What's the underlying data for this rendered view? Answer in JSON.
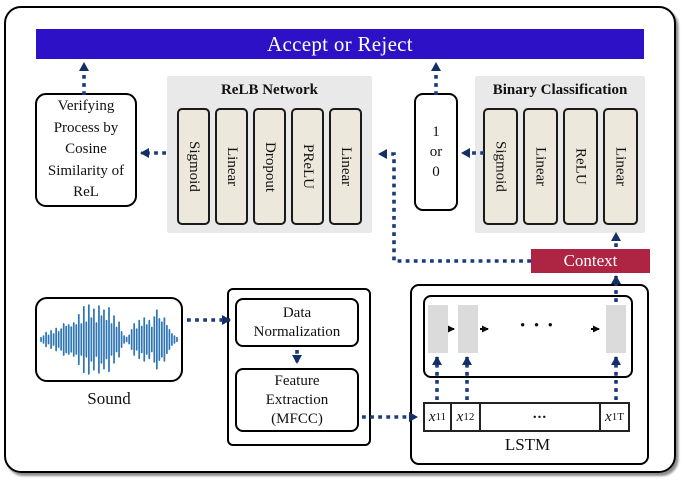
{
  "banner": {
    "label": "Accept or Reject"
  },
  "verify_box": {
    "label": "Verifying Process by Cosine Similarity of ReL"
  },
  "relb": {
    "title": "ReLB Network",
    "layers": [
      "Sigmoid",
      "Linear",
      "Dropout",
      "PReLU",
      "Linear"
    ]
  },
  "decision": {
    "line1": "1",
    "line2": "or",
    "line3": "0"
  },
  "bc": {
    "title": "Binary Classification",
    "layers": [
      "Sigmoid",
      "Linear",
      "ReLU",
      "Linear"
    ]
  },
  "context": {
    "label": "Context"
  },
  "sound": {
    "label": "Sound"
  },
  "preprocess": {
    "step1": "Data Normalization",
    "step2": "Feature Extraction (MFCC)"
  },
  "lstm": {
    "label": "LSTM",
    "cells_ellipsis": "• • •",
    "inputs_ellipsis": "...",
    "inputs": [
      {
        "base": "x",
        "sub": "11"
      },
      {
        "base": "x",
        "sub": "12"
      },
      {
        "base": "x",
        "sub": "1T"
      }
    ]
  },
  "colors": {
    "accent_blue": "#2D11C6",
    "crimson": "#AE2443",
    "arrow_navy": "#1B3B7E",
    "panel_gray": "#E9E9E9",
    "layer_fill": "#EDE8DC",
    "waveform_blue": "#2E75B6",
    "lstm_cell_gray": "#DBDBDB"
  },
  "waveform": {
    "amplitudes": [
      0.05,
      0.1,
      0.2,
      0.12,
      0.25,
      0.16,
      0.32,
      0.22,
      0.3,
      0.45,
      0.38,
      0.42,
      0.36,
      0.48,
      0.42,
      0.72,
      0.45,
      0.95,
      0.5,
      1.0,
      0.62,
      0.88,
      0.48,
      0.97,
      0.68,
      0.85,
      0.55,
      0.92,
      0.45,
      0.68,
      0.35,
      0.5,
      0.22,
      0.1,
      0.06,
      0.12,
      0.28,
      0.45,
      0.3,
      0.55,
      0.38,
      0.62,
      0.42,
      0.55,
      0.35,
      0.65,
      0.85,
      0.6,
      0.5,
      0.62,
      0.4,
      0.28,
      0.16,
      0.1,
      0.05
    ]
  }
}
